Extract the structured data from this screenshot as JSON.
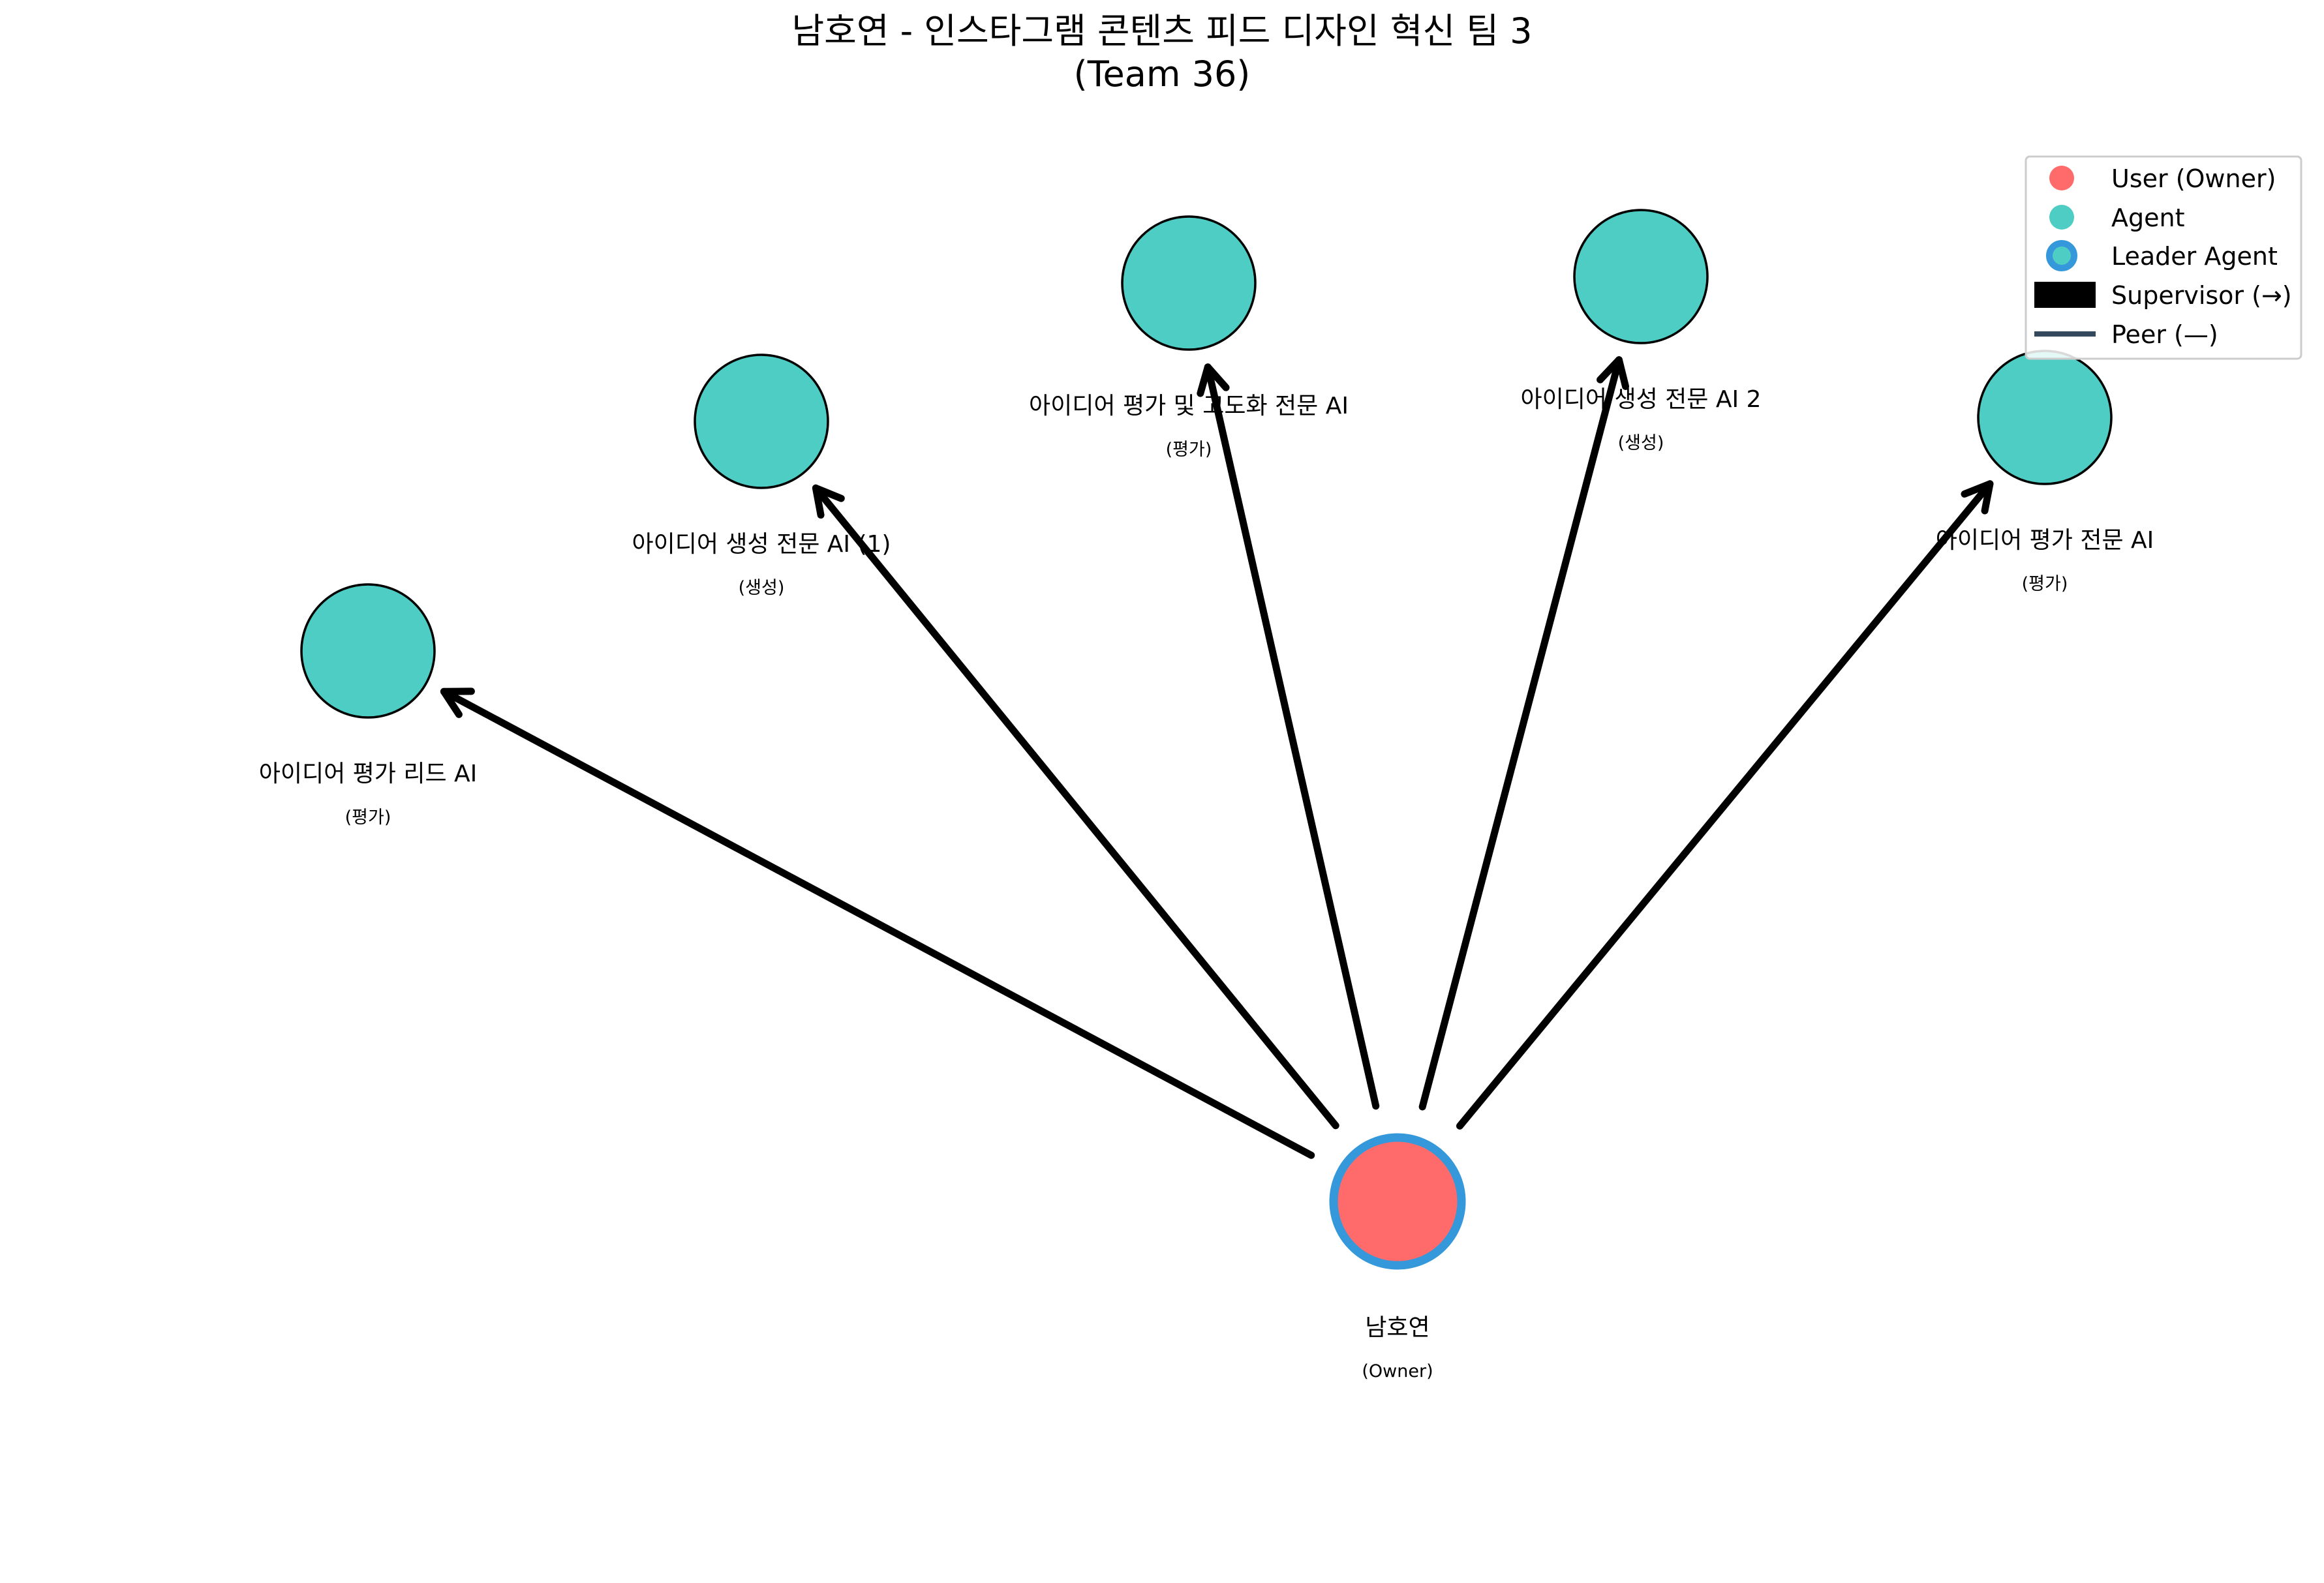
{
  "title": {
    "line1": "남호연 - 인스타그램 콘텐츠 피드 디자인 혁신 팀 3",
    "line2": "(Team 36)"
  },
  "colors": {
    "user": "#ff6b6b",
    "agent": "#4ecdc4",
    "leader_ring": "#3498db",
    "supervisor_edge": "#000000",
    "peer_edge": "#34495e"
  },
  "nodes": [
    {
      "id": "owner",
      "type": "user",
      "leader": true,
      "label": "남호연",
      "sublabel": "(Owner)"
    },
    {
      "id": "a1",
      "type": "agent",
      "label": "아이디어 평가 리드 AI",
      "sublabel": "(평가)"
    },
    {
      "id": "a2",
      "type": "agent",
      "label": "아이디어 생성 전문 AI (1)",
      "sublabel": "(생성)"
    },
    {
      "id": "a3",
      "type": "agent",
      "label": "아이디어 평가 및 고도화 전문 AI",
      "sublabel": "(평가)"
    },
    {
      "id": "a4",
      "type": "agent",
      "label": "아이디어 생성 전문 AI 2",
      "sublabel": "(생성)"
    },
    {
      "id": "a5",
      "type": "agent",
      "label": "아이디어 평가 전문 AI",
      "sublabel": "(평가)"
    }
  ],
  "edges": [
    {
      "from": "owner",
      "to": "a1",
      "kind": "supervisor"
    },
    {
      "from": "owner",
      "to": "a2",
      "kind": "supervisor"
    },
    {
      "from": "owner",
      "to": "a3",
      "kind": "supervisor"
    },
    {
      "from": "owner",
      "to": "a4",
      "kind": "supervisor"
    },
    {
      "from": "owner",
      "to": "a5",
      "kind": "supervisor"
    }
  ],
  "legend": {
    "items": [
      {
        "label": "User (Owner)",
        "symbol": "user-marker"
      },
      {
        "label": "Agent",
        "symbol": "agent-marker"
      },
      {
        "label": "Leader Agent",
        "symbol": "leader-marker"
      },
      {
        "label": "Supervisor (→)",
        "symbol": "supervisor-line"
      },
      {
        "label": "Peer (—)",
        "symbol": "peer-line"
      }
    ]
  }
}
